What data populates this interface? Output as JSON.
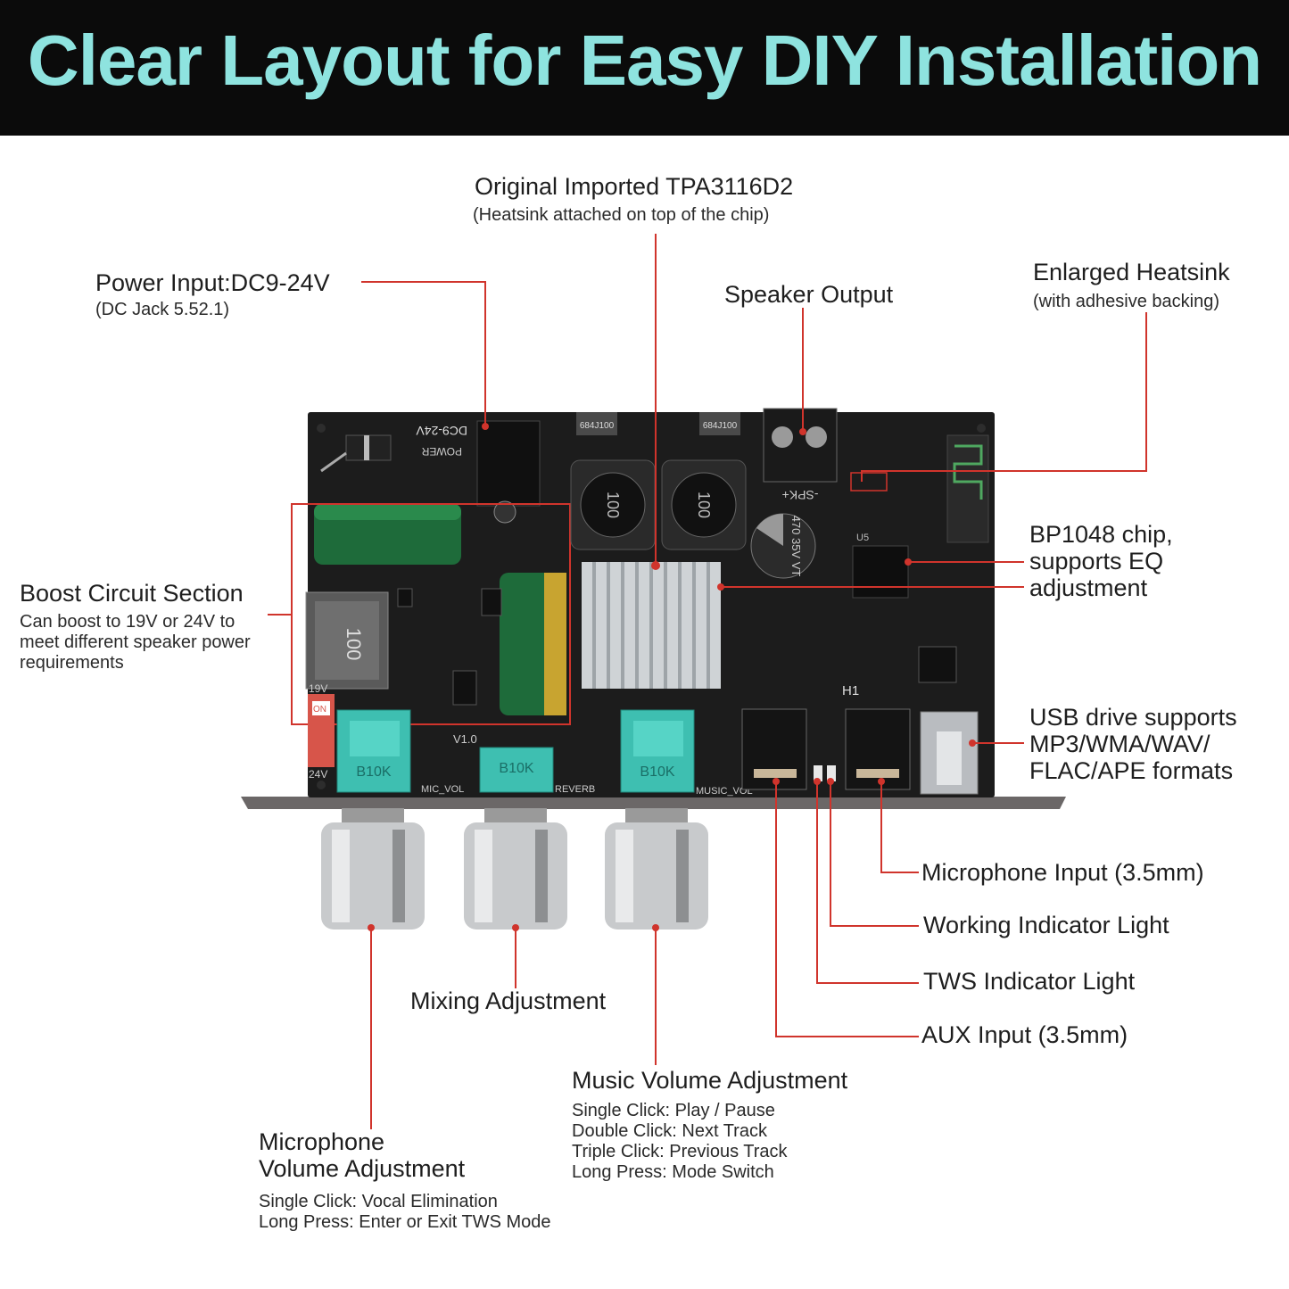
{
  "banner": {
    "title": "Clear Layout for Easy DIY Installation"
  },
  "colors": {
    "banner_bg": "#0b0b0b",
    "banner_text": "#8ee3df",
    "leader": "#d0342c",
    "pcb": "#1b1b1b",
    "potentiometer": "#3ebfb1"
  },
  "labels": {
    "chip": {
      "title": "Original Imported TPA3116D2",
      "sub": "(Heatsink attached on top of the chip)"
    },
    "power": {
      "title": "Power Input:DC9-24V",
      "sub": "(DC Jack 5.52.1)"
    },
    "speaker": {
      "title": "Speaker Output"
    },
    "heatsink": {
      "title": "Enlarged Heatsink",
      "sub": "(with adhesive backing)"
    },
    "boost": {
      "title": "Boost Circuit Section",
      "lines": [
        "Can boost to 19V or 24V to",
        "meet different speaker power",
        "requirements"
      ]
    },
    "bp1048": {
      "lines": [
        "BP1048 chip,",
        "supports EQ",
        "adjustment"
      ]
    },
    "usb": {
      "lines": [
        "USB drive supports",
        "MP3/WMA/WAV/",
        "FLAC/APE formats"
      ]
    },
    "mic_input": {
      "title": "Microphone Input (3.5mm)"
    },
    "working_light": {
      "title": "Working Indicator Light"
    },
    "tws_light": {
      "title": "TWS Indicator Light"
    },
    "aux": {
      "title": "AUX Input (3.5mm)"
    },
    "mixing": {
      "title": "Mixing Adjustment"
    },
    "music_vol": {
      "title": "Music Volume Adjustment",
      "lines": [
        "Single Click: Play / Pause",
        "Double Click: Next Track",
        "Triple Click: Previous Track",
        "Long Press: Mode Switch"
      ]
    },
    "mic_vol": {
      "lines": [
        "Microphone",
        "Volume Adjustment"
      ],
      "desc": [
        "Single Click: Vocal Elimination",
        "Long Press: Enter or Exit TWS Mode"
      ]
    }
  },
  "board": {
    "silk_power": "DC9-24V",
    "silk_power2": "POWER",
    "silk_version": "V1.0",
    "silk_mic_vol": "MIC_VOL",
    "silk_reverb": "REVERB",
    "silk_music_vol": "MUSIC_VOL",
    "silk_spk": "-SPK+",
    "silk_19v": "19V",
    "silk_24v": "24V",
    "silk_on": "ON",
    "silk_h1": "H1",
    "silk_u5": "U5",
    "inductor_code": "100",
    "inductor_small": "684J100",
    "cap_large": "470 35V VT",
    "pot_value": "B10K"
  }
}
